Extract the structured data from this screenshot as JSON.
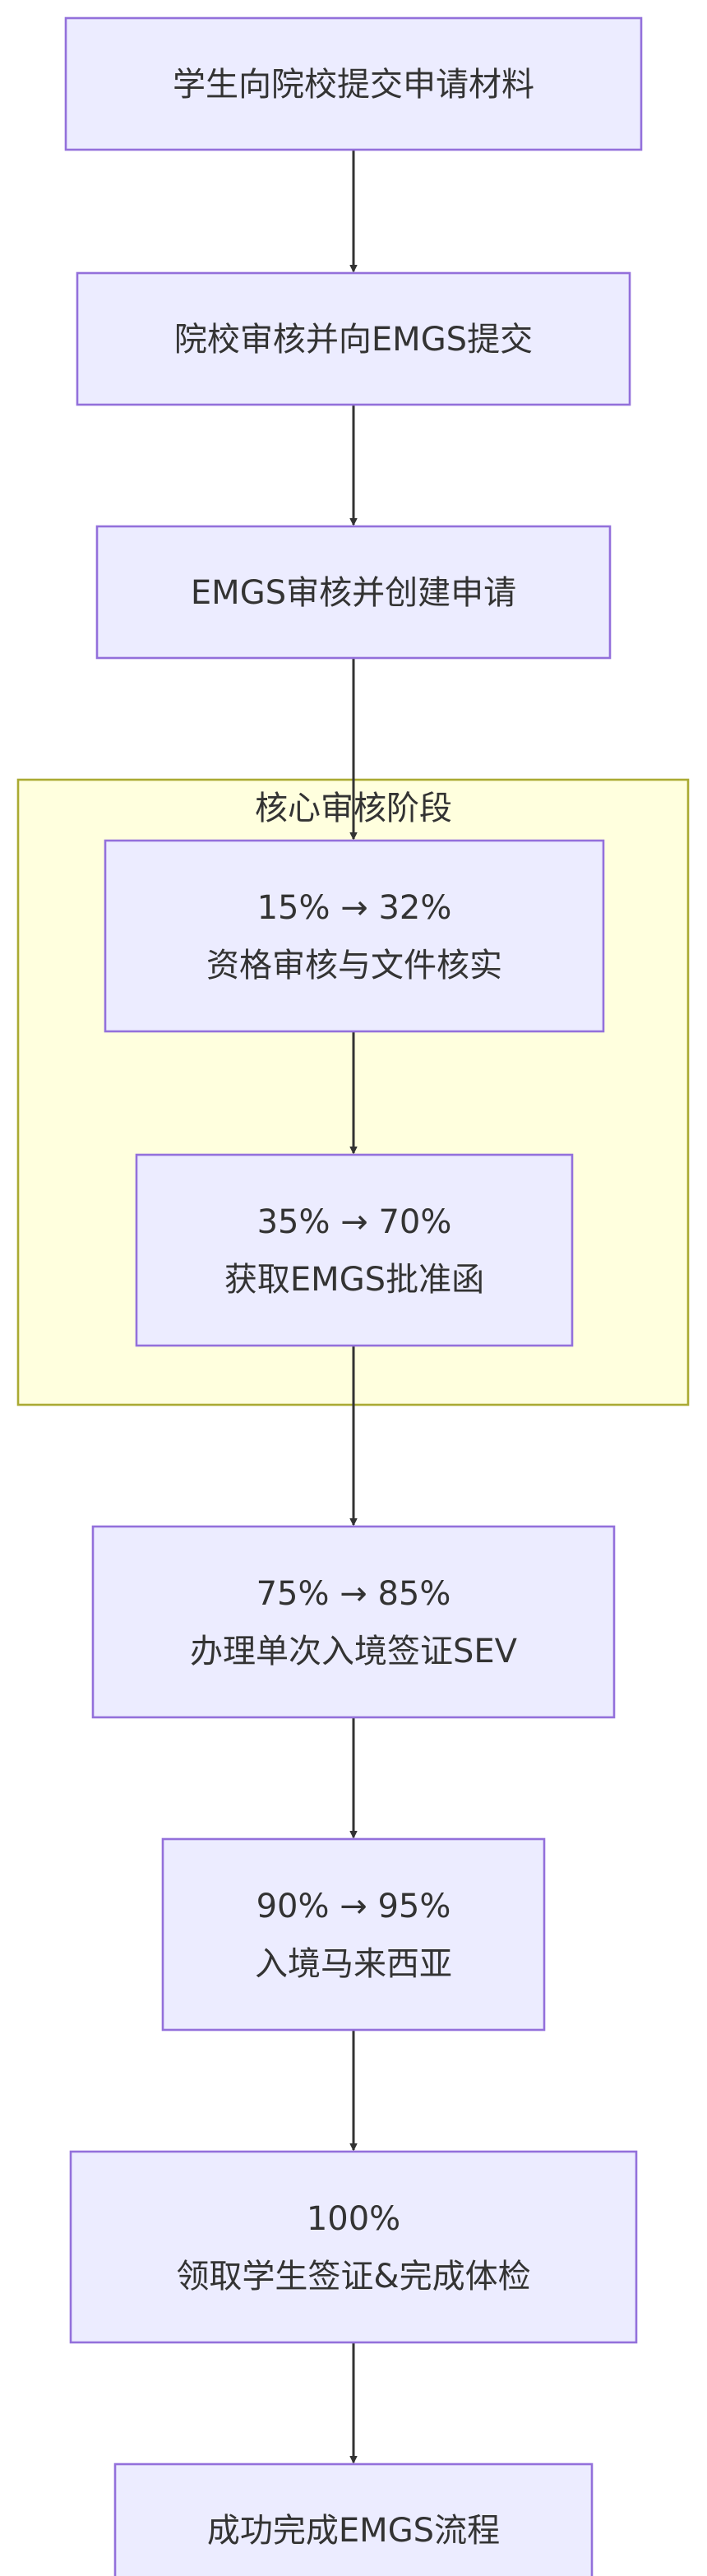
{
  "diagram": {
    "type": "flowchart",
    "direction": "top-down",
    "colors": {
      "node_fill": "#ECECFF",
      "node_stroke": "#9370DB",
      "cluster_fill": "#FFFFDE",
      "cluster_stroke": "#AAAA33",
      "edge": "#333333",
      "text": "#333333"
    },
    "cluster": {
      "title": "核心审核阶段"
    },
    "nodes": [
      {
        "id": "submit",
        "lines": [
          "学生向院校提交申请材料"
        ]
      },
      {
        "id": "school",
        "lines": [
          "院校审核并向EMGS提交"
        ]
      },
      {
        "id": "emgs",
        "lines": [
          "EMGS审核并创建申请"
        ]
      },
      {
        "id": "verify",
        "lines": [
          "15% → 32%",
          "资格审核与文件核实"
        ]
      },
      {
        "id": "approval",
        "lines": [
          "35% → 70%",
          "获取EMGS批准函"
        ]
      },
      {
        "id": "sev",
        "lines": [
          "75% → 85%",
          "办理单次入境签证SEV"
        ]
      },
      {
        "id": "entry",
        "lines": [
          "90% → 95%",
          "入境马来西亚"
        ]
      },
      {
        "id": "visa",
        "lines": [
          "100%",
          "领取学生签证&完成体检"
        ]
      },
      {
        "id": "done",
        "lines": [
          "成功完成EMGS流程"
        ]
      }
    ],
    "edges": [
      [
        "submit",
        "school"
      ],
      [
        "school",
        "emgs"
      ],
      [
        "emgs",
        "verify"
      ],
      [
        "verify",
        "approval"
      ],
      [
        "approval",
        "sev"
      ],
      [
        "sev",
        "entry"
      ],
      [
        "entry",
        "visa"
      ],
      [
        "visa",
        "done"
      ]
    ]
  }
}
